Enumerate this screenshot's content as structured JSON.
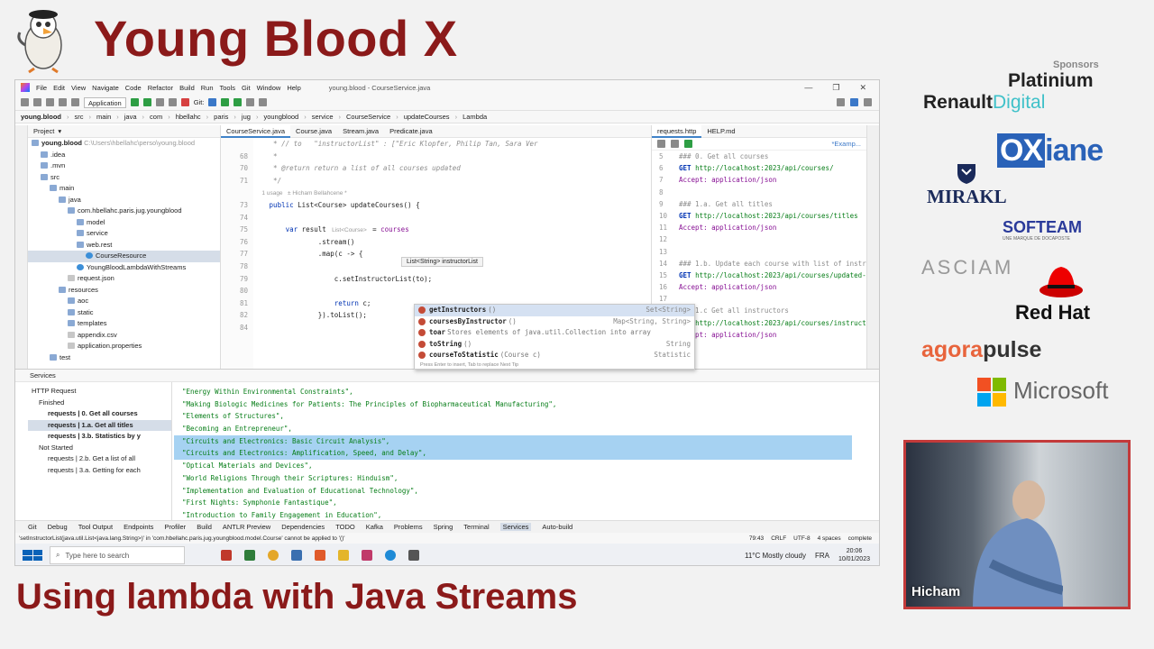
{
  "branding": {
    "title": "Young Blood X",
    "footer": "Using lambda with Java Streams"
  },
  "ide": {
    "menu": [
      "File",
      "Edit",
      "View",
      "Navigate",
      "Code",
      "Refactor",
      "Build",
      "Run",
      "Tools",
      "Git",
      "Window",
      "Help"
    ],
    "window_title": "young.blood - CourseService.java",
    "run_config": "Application",
    "git_label": "Git:",
    "breadcrumb": [
      "young.blood",
      "src",
      "main",
      "java",
      "com",
      "hbellahc",
      "paris",
      "jug",
      "youngblood",
      "service",
      "CourseService",
      "updateCourses",
      "Lambda"
    ],
    "project": {
      "header": "Project",
      "tree": [
        {
          "label": "young.blood",
          "extra": "C:\\Users\\hbellahc\\perso\\young.blood",
          "indent": 0,
          "kind": "folder",
          "bold": true
        },
        {
          "label": ".idea",
          "indent": 1,
          "kind": "folder"
        },
        {
          "label": ".mvn",
          "indent": 1,
          "kind": "folder"
        },
        {
          "label": "src",
          "indent": 1,
          "kind": "folder"
        },
        {
          "label": "main",
          "indent": 2,
          "kind": "folder"
        },
        {
          "label": "java",
          "indent": 3,
          "kind": "folder"
        },
        {
          "label": "com.hbellahc.paris.jug.youngblood",
          "indent": 4,
          "kind": "folder"
        },
        {
          "label": "model",
          "indent": 5,
          "kind": "folder"
        },
        {
          "label": "service",
          "indent": 5,
          "kind": "folder"
        },
        {
          "label": "web.rest",
          "indent": 5,
          "kind": "folder"
        },
        {
          "label": "CourseResource",
          "indent": 6,
          "kind": "java",
          "selected": true
        },
        {
          "label": "YoungBloodLambdaWithStreams",
          "indent": 5,
          "kind": "java"
        },
        {
          "label": "request.json",
          "indent": 4,
          "kind": "file"
        },
        {
          "label": "resources",
          "indent": 3,
          "kind": "folder"
        },
        {
          "label": "aoc",
          "indent": 4,
          "kind": "folder"
        },
        {
          "label": "static",
          "indent": 4,
          "kind": "folder"
        },
        {
          "label": "templates",
          "indent": 4,
          "kind": "folder"
        },
        {
          "label": "appendix.csv",
          "indent": 4,
          "kind": "file"
        },
        {
          "label": "application.properties",
          "indent": 4,
          "kind": "file"
        },
        {
          "label": "test",
          "indent": 2,
          "kind": "folder"
        }
      ]
    },
    "editor": {
      "tabs": [
        "CourseService.java",
        "Course.java",
        "Stream.java",
        "Predicate.java"
      ],
      "active_tab": 0,
      "lines": [
        {
          "n": "",
          "parts": [
            {
              "t": "    * // to   \"instructorList\" : [\"Eric Klopfer, Philip Tan, Sara Ver",
              "c": "c-comment"
            }
          ]
        },
        {
          "n": "68",
          "parts": [
            {
              "t": "    *",
              "c": "c-comment"
            }
          ]
        },
        {
          "n": "70",
          "parts": [
            {
              "t": "    * @return return a list of all courses updated",
              "c": "c-comment"
            }
          ]
        },
        {
          "n": "71",
          "parts": [
            {
              "t": "    */",
              "c": "c-comment"
            }
          ]
        },
        {
          "n": "",
          "parts": [
            {
              "t": "   1 usage   ± Hicham Bellahcene *",
              "c": "c-hint"
            }
          ]
        },
        {
          "n": "73",
          "parts": [
            {
              "t": "   public ",
              "c": "c-kw"
            },
            {
              "t": "List<Course> updateCourses() {",
              "c": ""
            }
          ]
        },
        {
          "n": "74",
          "parts": [
            {
              "t": "",
              "c": ""
            }
          ]
        },
        {
          "n": "75",
          "parts": [
            {
              "t": "       var ",
              "c": "c-kw"
            },
            {
              "t": "result ",
              "c": ""
            },
            {
              "t": " List<Course> ",
              "c": "c-hint"
            },
            {
              "t": " = ",
              "c": ""
            },
            {
              "t": "courses",
              "c": "c-field"
            }
          ]
        },
        {
          "n": "76",
          "parts": [
            {
              "t": "               .stream()",
              "c": ""
            }
          ]
        },
        {
          "n": "77",
          "parts": [
            {
              "t": "               .map(c -> {",
              "c": ""
            }
          ]
        },
        {
          "n": "78",
          "parts": [
            {
              "t": "",
              "c": ""
            }
          ]
        },
        {
          "n": "79",
          "parts": [
            {
              "t": "                   c.setInstructorList(to);",
              "c": ""
            }
          ]
        },
        {
          "n": "80",
          "parts": [
            {
              "t": "",
              "c": ""
            }
          ]
        },
        {
          "n": "81",
          "parts": [
            {
              "t": "                   return ",
              "c": "c-kw"
            },
            {
              "t": "c;",
              "c": ""
            }
          ]
        },
        {
          "n": "82",
          "parts": [
            {
              "t": "               }).toList();",
              "c": ""
            }
          ]
        },
        {
          "n": "84",
          "parts": [
            {
              "t": "",
              "c": ""
            }
          ]
        }
      ],
      "param_hint": "List<String> instructorList"
    },
    "completion": {
      "items": [
        {
          "name": "getInstructors",
          "sig": "()",
          "ret": "Set<String>",
          "selected": true
        },
        {
          "name": "coursesByInstructor",
          "sig": "()",
          "ret": "Map<String, String>"
        },
        {
          "name": "toar",
          "sig": " Stores elements of java.util.Collection into array",
          "ret": ""
        },
        {
          "name": "toString",
          "sig": "()",
          "ret": "String"
        },
        {
          "name": "courseToStatistic",
          "sig": "(Course c)",
          "ret": "Statistic"
        }
      ],
      "hint": "Press Enter to insert, Tab to replace   Next Tip"
    },
    "http": {
      "tabs": [
        "requests.http",
        "HELP.md"
      ],
      "env": "*Examp...",
      "lines": [
        {
          "n": "5",
          "t": "### 0. Get all courses",
          "c": "h-comment"
        },
        {
          "n": "6",
          "t": "GET http://localhost:2023/api/courses/",
          "c": "get"
        },
        {
          "n": "7",
          "t": "Accept: application/json",
          "c": "h-header"
        },
        {
          "n": "8",
          "t": "",
          "c": ""
        },
        {
          "n": "9",
          "t": "### 1.a. Get all titles",
          "c": "h-comment"
        },
        {
          "n": "10",
          "t": "GET http://localhost:2023/api/courses/titles",
          "c": "get"
        },
        {
          "n": "11",
          "t": "Accept: application/json",
          "c": "h-header"
        },
        {
          "n": "12",
          "t": "",
          "c": ""
        },
        {
          "n": "13",
          "t": "",
          "c": ""
        },
        {
          "n": "14",
          "t": "### 1.b. Update each course with list of instruc",
          "c": "h-comment"
        },
        {
          "n": "15",
          "t": "GET http://localhost:2023/api/courses/updated-co",
          "c": "get"
        },
        {
          "n": "16",
          "t": "Accept: application/json",
          "c": "h-header"
        },
        {
          "n": "17",
          "t": "",
          "c": ""
        },
        {
          "n": "18",
          "t": "### 1.c Get all instructors",
          "c": "h-comment"
        },
        {
          "n": "19",
          "t": "GET http://localhost:2023/api/courses/instructor",
          "c": "get"
        },
        {
          "n": "20",
          "t": "Accept: application/json",
          "c": "h-header"
        }
      ]
    },
    "services": {
      "header": "Services",
      "tree": [
        {
          "label": "HTTP Request",
          "bold": false
        },
        {
          "label": "Finished",
          "bold": false
        },
        {
          "label": "requests | 0. Get all courses",
          "bold": true
        },
        {
          "label": "requests | 1.a. Get all titles",
          "bold": true,
          "selected": true
        },
        {
          "label": "requests | 3.b. Statistics by y",
          "bold": true
        },
        {
          "label": "Not Started",
          "bold": false
        },
        {
          "label": "requests | 2.b. Get a list of all",
          "bold": false
        },
        {
          "label": "requests | 3.a. Getting for each",
          "bold": false
        }
      ],
      "output": [
        {
          "t": "\"Energy Within Environmental Constraints\","
        },
        {
          "t": "\"Making Biologic Medicines for Patients: The Principles of Biopharmaceutical Manufacturing\","
        },
        {
          "t": "\"Elements of Structures\","
        },
        {
          "t": "\"Becoming an Entrepreneur\","
        },
        {
          "t": "\"Circuits and Electronics: Basic Circuit Analysis\",",
          "sel": true
        },
        {
          "t": "\"Circuits and Electronics: Amplification, Speed, and Delay\",",
          "sel": true
        },
        {
          "t": "\"Optical Materials and Devices\","
        },
        {
          "t": "\"World Religions Through their Scriptures: Hinduism\","
        },
        {
          "t": "\"Implementation and Evaluation of Educational Technology\","
        },
        {
          "t": "\"First Nights: Symphonie Fantastique\","
        },
        {
          "t": "\"Introduction to Family Engagement in Education\","
        }
      ]
    },
    "tool_windows": [
      "Git",
      "Debug",
      "Tool Output",
      "Endpoints",
      "Profiler",
      "Build",
      "ANTLR Preview",
      "Dependencies",
      "TODO",
      "Kafka",
      "Problems",
      "Spring",
      "Terminal",
      "Services",
      "Auto-build"
    ],
    "active_tool_window": "Services",
    "status": {
      "message": "'setInstructorList(java.util.List<java.lang.String>)' in 'com.hbellahc.paris.jug.youngblood.model.Course' cannot be applied to '()'",
      "position": "79:43",
      "line_sep": "CRLF",
      "encoding": "UTF-8",
      "indent": "4 spaces",
      "vcs": "complete"
    },
    "taskbar": {
      "search_placeholder": "Type here to search",
      "weather": "11°C  Mostly cloudy",
      "lang": "FRA",
      "time": "20:06",
      "date": "10/01/2023"
    }
  },
  "sponsors": {
    "label": "Sponsors",
    "tier": "Platinium",
    "renault_a": "Renault",
    "renault_b": "Digital",
    "oxiane_a": "OX",
    "oxiane_b": "iane",
    "mirakl": "MIRAKL",
    "softeam": "SOFTEAM",
    "softeam_sub": "UNE MARQUE DE DOCAPOSTE",
    "asciam": "ASCIAM",
    "redhat": "Red Hat",
    "agora_a": "agora",
    "agora_b": "pulse",
    "microsoft": "Microsoft"
  },
  "webcam": {
    "name": "Hicham"
  }
}
